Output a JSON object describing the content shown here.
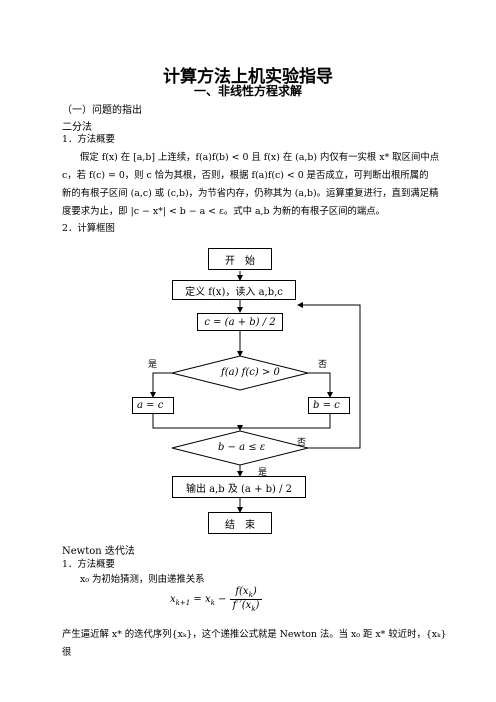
{
  "doc": {
    "title": "计算方法上机实验指导",
    "subtitle": "一、非线性方程求解",
    "section1": "（一）问题的指出",
    "method_bisection": "二分法",
    "item1": "1．方法概要",
    "p1": "假定 f(x) 在 [a,b] 上连续，f(a)f(b) < 0 且 f(x) 在 (a,b) 内仅有一实根 x* 取区间中点",
    "p2": "c，若 f(c) = 0，则 c 恰为其根，否则，根据 f(a)f(c) < 0 是否成立，可判断出根所属的",
    "p3": "新的有根子区间 (a,c) 或 (c,b)，为节省内存，仍称其为 (a,b)。运算重复进行，直到满足精",
    "p4": "度要求为止，即 |c − x*| < b − a < ε。式中 a,b 为新的有根子区间的端点。",
    "item2": "2．计算框图",
    "method_newton": "Newton 迭代法",
    "n_item1": "1．方法概要",
    "n_p1": "x₀ 为初始猜测，则由递推关系",
    "n_eq_left": "x",
    "n_eq_left_sub": "k+1",
    "n_eq_mid": " = x",
    "n_eq_mid_sub": "k",
    "n_eq_minus": " − ",
    "n_eq_num": "f(x",
    "n_eq_num_sub": "k",
    "n_eq_num_end": ")",
    "n_eq_den": "f ′(x",
    "n_eq_den_sub": "k",
    "n_eq_den_end": ")",
    "n_p2": "产生逼近解 x* 的迭代序列{xₖ}，这个递推公式就是 Newton 法。当 x₀ 距 x* 较近时，{xₖ} 很"
  },
  "flowchart": {
    "start": "开　始",
    "define": "定义 f(x)，读入 a,b,c",
    "midpoint": "c = (a + b) / 2",
    "cond1": "f(a) f(c) > 0",
    "yes1": "是",
    "no1": "否",
    "assign_a": "a = c",
    "assign_b": "b = c",
    "cond2": "b − a ≤ ε",
    "no2": "否",
    "yes2": "是",
    "output": "输出 a,b 及 (a + b) / 2",
    "end": "结　束"
  }
}
